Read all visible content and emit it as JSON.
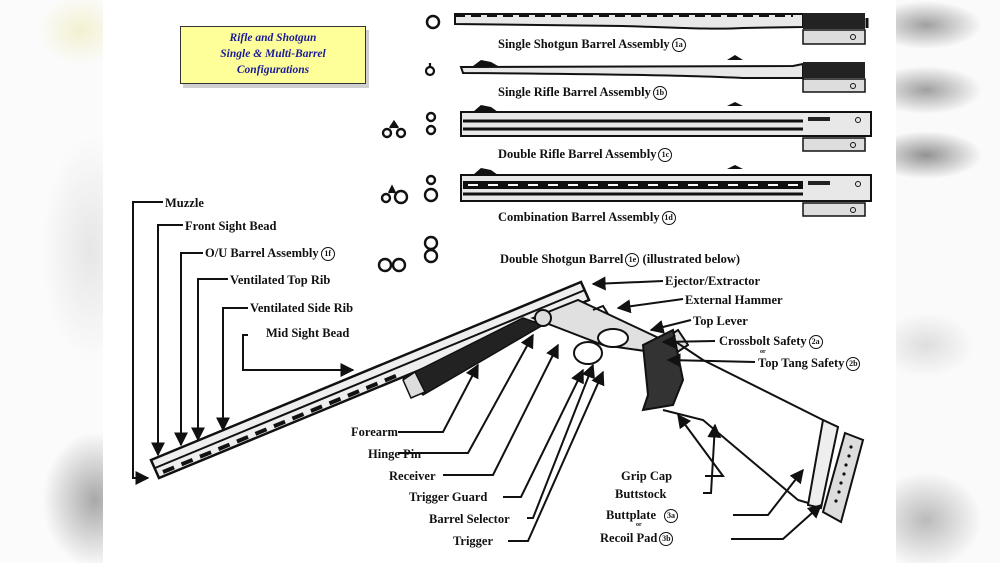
{
  "title_box": {
    "line1": "Rifle and Shotgun",
    "line2": "Single & Multi-Barrel",
    "line3": "Configurations"
  },
  "configurations": [
    {
      "label": "Single Shotgun Barrel Assembly",
      "marker": "1a"
    },
    {
      "label": "Single Rifle Barrel Assembly",
      "marker": "1b"
    },
    {
      "label": "Double Rifle Barrel Assembly",
      "marker": "1c"
    },
    {
      "label": "Combination Barrel Assembly",
      "marker": "1d"
    },
    {
      "label": "Double Shotgun Barrel",
      "marker": "1e",
      "note": "(illustrated below)"
    }
  ],
  "left_labels": [
    {
      "label": "Muzzle"
    },
    {
      "label": "Front Sight Bead"
    },
    {
      "label": "O/U Barrel Assembly",
      "marker": "1f"
    },
    {
      "label": "Ventilated Top Rib"
    },
    {
      "label": "Ventilated Side Rib"
    },
    {
      "label": "Mid Sight Bead"
    }
  ],
  "right_labels": [
    {
      "label": "Ejector/Extractor"
    },
    {
      "label": "External Hammer"
    },
    {
      "label": "Top Lever"
    },
    {
      "label": "Crossbolt Safety",
      "marker": "2a"
    },
    {
      "label": "Top Tang Safety",
      "marker": "2b"
    }
  ],
  "or_text": "or",
  "bottom_left_labels": [
    {
      "label": "Forearm"
    },
    {
      "label": "Hinge Pin"
    },
    {
      "label": "Receiver"
    },
    {
      "label": "Trigger Guard"
    },
    {
      "label": "Barrel Selector"
    },
    {
      "label": "Trigger"
    }
  ],
  "bottom_right_labels": [
    {
      "label": "Grip Cap"
    },
    {
      "label": "Buttstock"
    },
    {
      "label": "Buttplate",
      "marker": "3a"
    },
    {
      "label": "Recoil Pad",
      "marker": "3b"
    }
  ],
  "colors": {
    "title_bg": "#ffff99",
    "title_text": "#1a1a9a",
    "ink": "#111111"
  }
}
